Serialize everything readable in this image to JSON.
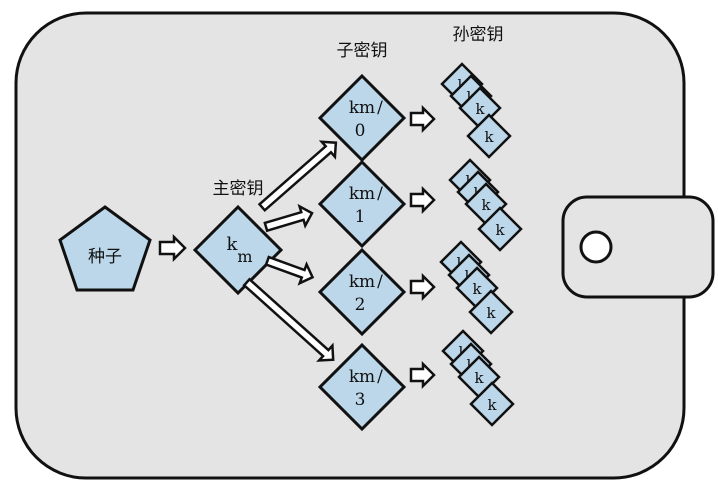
{
  "labels": {
    "child_keys": "子密钥",
    "grandchild_keys": "孙密钥",
    "master_key": "主密钥",
    "seed": "种子"
  },
  "master_node": {
    "letter": "k",
    "subscript": "m"
  },
  "child_nodes": [
    {
      "line1": "k",
      "sub": "m",
      "slash": "/",
      "index": "0"
    },
    {
      "line1": "k",
      "sub": "m",
      "slash": "/",
      "index": "1"
    },
    {
      "line1": "k",
      "sub": "m",
      "slash": "/",
      "index": "2"
    },
    {
      "line1": "k",
      "sub": "m",
      "slash": "/",
      "index": "3"
    }
  ],
  "grandchild_letter": "k",
  "colors": {
    "wallet_fill": "#e4e4e4",
    "node_fill": "#bcd7ea",
    "stroke": "#111111"
  }
}
